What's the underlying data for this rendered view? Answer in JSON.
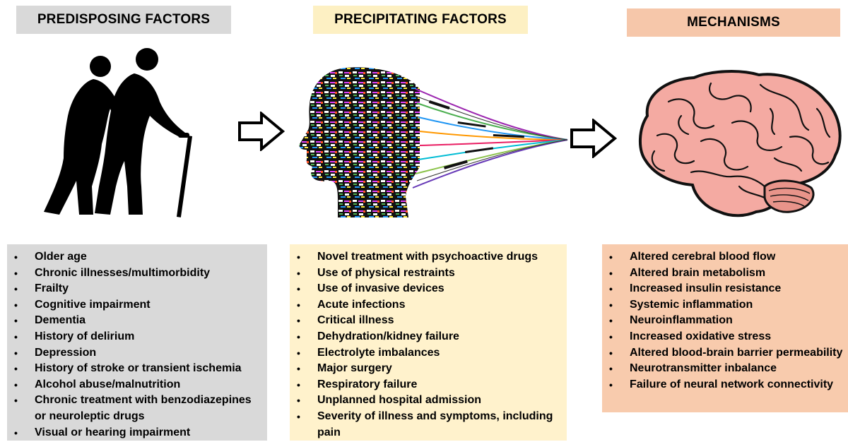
{
  "columns": [
    {
      "title": "PREDISPOSING FACTORS",
      "items": [
        "Older age",
        "Chronic illnesses/multimorbidity",
        "Frailty",
        "Cognitive impairment",
        "Dementia",
        "History of delirium",
        "Depression",
        "History of stroke or transient ischemia",
        "Alcohol abuse/malnutrition",
        "Chronic treatment with benzodiazepines or neuroleptic drugs",
        "Visual or hearing impairment"
      ]
    },
    {
      "title": "PRECIPITATING FACTORS",
      "items": [
        "Novel treatment with psychoactive drugs",
        "Use of physical restraints",
        "Use of invasive devices",
        "Acute infections",
        "Critical illness",
        "Dehydration/kidney failure",
        "Electrolyte imbalances",
        "Major surgery",
        "Respiratory failure",
        "Unplanned hospital admission",
        "Severity of illness and symptoms, including pain"
      ]
    },
    {
      "title": "MECHANISMS",
      "items": [
        "Altered cerebral blood flow",
        "Altered brain metabolism",
        "Increased insulin resistance",
        "Systemic inflammation",
        "Neuroinflammation",
        "Increased oxidative stress",
        "Altered blood-brain barrier permeability",
        "Neurotransmitter inbalance",
        "Failure of neural network connectivity"
      ]
    }
  ],
  "bullet": "•",
  "icons": {
    "elderly": "elderly-couple-icon",
    "head": "fragmented-head-icon",
    "brain": "brain-icon",
    "arrow": "right-arrow-icon"
  },
  "colors": {
    "predisposing": "#d9d9d9",
    "precipitating": "#fff2cc",
    "mechanisms": "#f8cbad",
    "brain": "#f4aaa2"
  }
}
